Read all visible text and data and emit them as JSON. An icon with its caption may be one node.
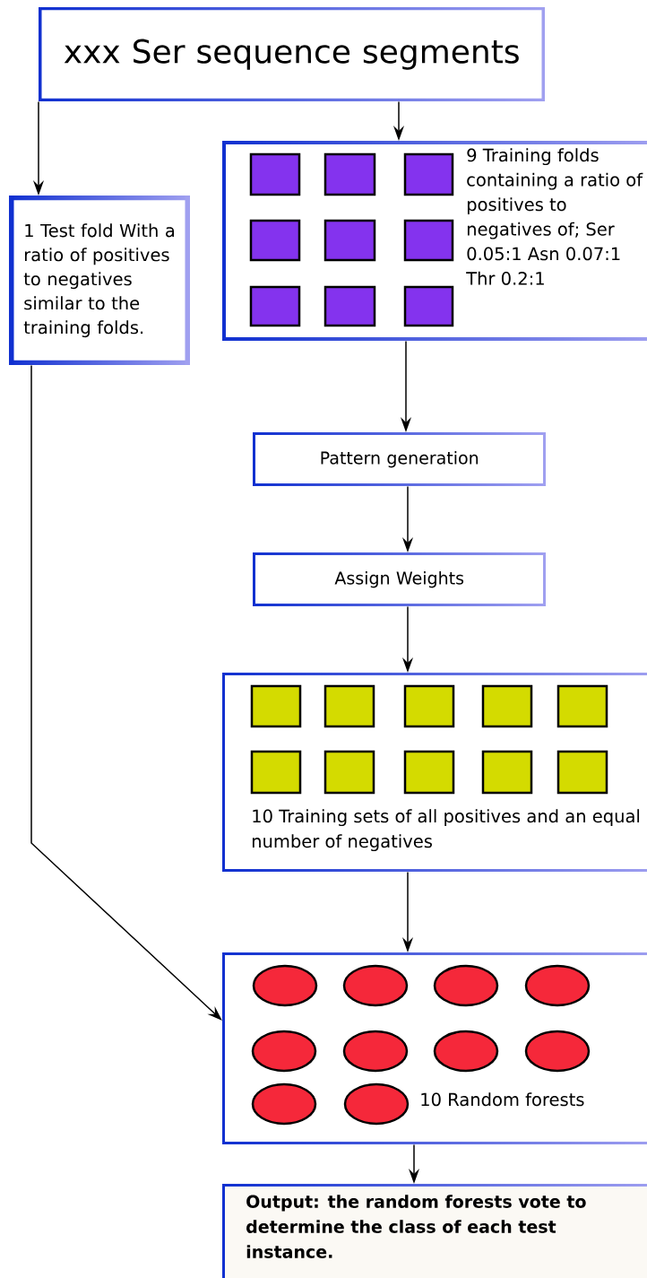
{
  "diagram": {
    "nodes": [
      {
        "text": [
          "xxx Ser sequence segments"
        ]
      },
      {
        "text": [
          "1 Test fold With a ratio of positives to negatives similar to the training folds."
        ]
      },
      {
        "text": [
          "9 Training folds containing a ratio of positives to negatives of; Ser 0.05:1 Asn 0.07:1 Thr 0.2:1"
        ]
      },
      {
        "text": [],
        "shape": "box",
        "in": 2
      },
      {
        "text": [],
        "shape": "box",
        "in": 2
      },
      {
        "text": [],
        "shape": "box",
        "in": 2
      },
      {
        "text": [],
        "shape": "box",
        "in": 2
      },
      {
        "text": [],
        "shape": "box",
        "in": 2
      },
      {
        "text": [],
        "shape": "box",
        "in": 2
      },
      {
        "text": [],
        "shape": "box",
        "in": 2
      },
      {
        "text": [],
        "shape": "box",
        "in": 2
      },
      {
        "text": [],
        "shape": "box",
        "in": 2
      },
      {
        "text": [
          "Pattern generation"
        ]
      },
      {
        "text": [
          "Assign Weights"
        ]
      },
      {
        "text": [
          "10 Training sets of all positives and an equal number of negatives"
        ]
      },
      {
        "text": [],
        "shape": "box",
        "in": 14
      },
      {
        "text": [],
        "shape": "box",
        "in": 14
      },
      {
        "text": [],
        "shape": "box",
        "in": 14
      },
      {
        "text": [],
        "shape": "box",
        "in": 14
      },
      {
        "text": [],
        "shape": "box",
        "in": 14
      },
      {
        "text": [],
        "shape": "box",
        "in": 14
      },
      {
        "text": [],
        "shape": "box",
        "in": 14
      },
      {
        "text": [],
        "shape": "box",
        "in": 14
      },
      {
        "text": [],
        "shape": "box",
        "in": 14
      },
      {
        "text": [],
        "shape": "box",
        "in": 14
      },
      {
        "text": [
          "10 Random forests"
        ]
      },
      {
        "text": [],
        "shape": "ellipse",
        "in": 25
      },
      {
        "text": [],
        "shape": "ellipse",
        "in": 25
      },
      {
        "text": [],
        "shape": "ellipse",
        "in": 25
      },
      {
        "text": [],
        "shape": "ellipse",
        "in": 25
      },
      {
        "text": [],
        "shape": "ellipse",
        "in": 25
      },
      {
        "text": [],
        "shape": "ellipse",
        "in": 25
      },
      {
        "text": [],
        "shape": "ellipse",
        "in": 25
      },
      {
        "text": [],
        "shape": "ellipse",
        "in": 25
      },
      {
        "text": [],
        "shape": "ellipse",
        "in": 25
      },
      {
        "text": [],
        "shape": "ellipse",
        "in": 25
      },
      {
        "text": [
          "Output: the random forests vote to determine the class of each test instance."
        ]
      }
    ],
    "edges": [
      {
        "from": 0,
        "to": 1,
        "arrow": "to"
      },
      {
        "from": 0,
        "to": 2,
        "arrow": "to"
      },
      {
        "from": 2,
        "to": 12,
        "arrow": "to"
      },
      {
        "from": 12,
        "to": 13,
        "arrow": "to"
      },
      {
        "from": 13,
        "to": 14,
        "arrow": "to"
      },
      {
        "from": 14,
        "to": 25,
        "arrow": "to"
      },
      {
        "from": 1,
        "to": 25,
        "arrow": "to"
      },
      {
        "from": 25,
        "to": 36,
        "arrow": "to"
      }
    ]
  }
}
